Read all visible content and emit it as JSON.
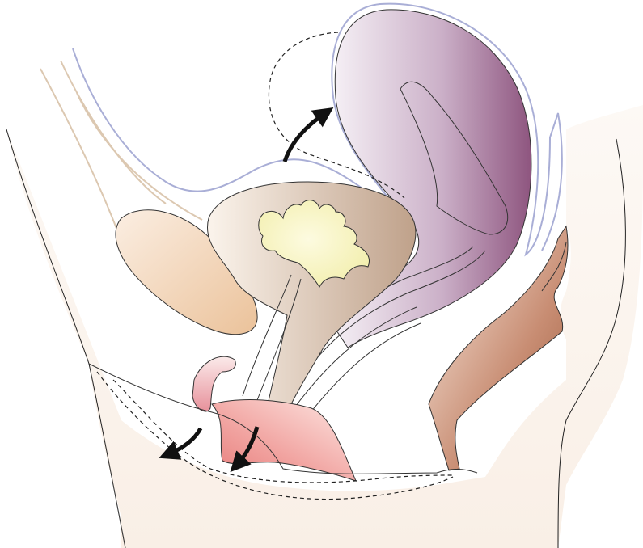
{
  "figure": {
    "kind": "anatomical illustration",
    "regions": [
      {
        "name": "pelvic-bone",
        "color": "#e8b98a"
      },
      {
        "name": "bladder",
        "color": "#c9ad94"
      },
      {
        "name": "bladder-lumen",
        "color": "#fbf6c4"
      },
      {
        "name": "uterus",
        "color": "#9d6a96"
      },
      {
        "name": "rectum",
        "color": "#a8644a"
      },
      {
        "name": "perineal-body",
        "color": "#ef9a98"
      },
      {
        "name": "urethral-opening",
        "color": "#e9a0a6"
      },
      {
        "name": "peritoneum",
        "color": "#a9aed6"
      },
      {
        "name": "vessels",
        "color": "#d9c4ad"
      },
      {
        "name": "body-fill",
        "color": "#fbf3ec"
      }
    ],
    "arrows": [
      {
        "name": "uterus-up-arrow",
        "direction": "up-right"
      },
      {
        "name": "anterior-descent-arrow",
        "direction": "down-left"
      },
      {
        "name": "posterior-descent-arrow",
        "direction": "down"
      }
    ]
  }
}
